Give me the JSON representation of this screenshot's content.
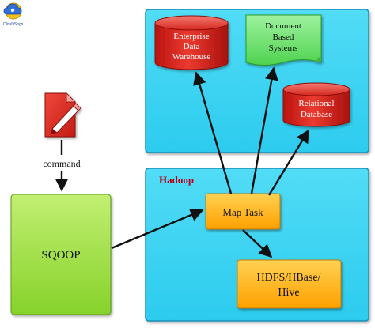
{
  "logo": {
    "text": "ClouDSngs",
    "icon": "cloud-gear-logo"
  },
  "targets_group": {
    "enterprise_dw": {
      "line1": "Enterprise",
      "line2": "Data",
      "line3": "Warehouse"
    },
    "document_systems": {
      "line1": "Document",
      "line2": "Based",
      "line3": "Systems"
    },
    "relational_db": {
      "line1": "Relational",
      "line2": "Database"
    }
  },
  "hadoop_group": {
    "title": "Hadoop",
    "map_task": "Map Task",
    "storage": {
      "line1": "HDFS/HBase/",
      "line2": "Hive"
    }
  },
  "command_file": {
    "icon": "document-pen-icon",
    "label": "command"
  },
  "sqoop": {
    "label": "SQOOP"
  },
  "colors": {
    "panel_fill": "#3fd4f2",
    "panel_stroke": "#1b8fb8",
    "cylinder_red": "#d9231e",
    "document_green": "#6fe06f",
    "task_orange": "#ffb000",
    "sqoop_green": "#99dd3a",
    "hadoop_title": "#b8001a",
    "arrow": "#111111"
  }
}
